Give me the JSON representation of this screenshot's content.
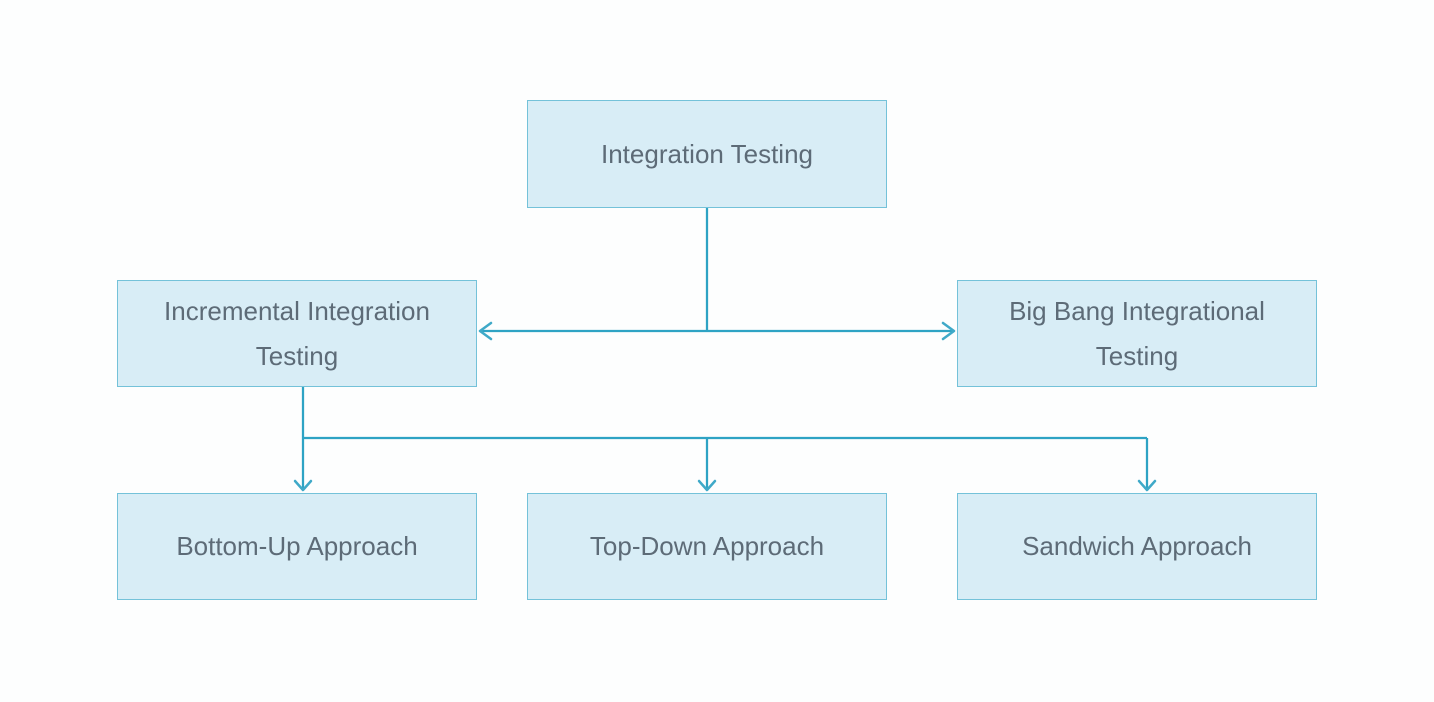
{
  "diagram": {
    "type": "flowchart",
    "nodes": {
      "root": {
        "label": "Integration Testing"
      },
      "incremental": {
        "label": "Incremental Integration Testing"
      },
      "bigbang": {
        "label": "Big Bang Integrational Testing"
      },
      "bottom_up": {
        "label": "Bottom-Up Approach"
      },
      "top_down": {
        "label": "Top-Down Approach"
      },
      "sandwich": {
        "label": "Sandwich Approach"
      }
    },
    "edges": [
      {
        "from": "Integration Testing",
        "to": "Incremental Integration Testing",
        "arrowhead": "open-chevron"
      },
      {
        "from": "Integration Testing",
        "to": "Big Bang Integrational Testing",
        "arrowhead": "open-chevron"
      },
      {
        "from": "Incremental Integration Testing",
        "to": "Bottom-Up Approach",
        "arrowhead": "open-chevron"
      },
      {
        "from": "Incremental Integration Testing",
        "to": "Top-Down Approach",
        "arrowhead": "open-chevron"
      },
      {
        "from": "Incremental Integration Testing",
        "to": "Sandwich Approach",
        "arrowhead": "open-chevron"
      }
    ],
    "colors": {
      "background": "#fdfefe",
      "node_fill": "#d8edf6",
      "node_border": "#74c2d9",
      "connector": "#2ea3c4",
      "connector_head": "#3fa9c8",
      "text": "#5d6b77"
    }
  }
}
